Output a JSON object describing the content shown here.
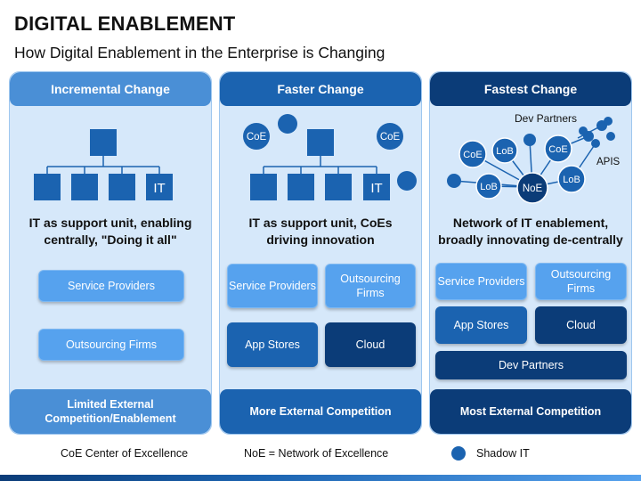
{
  "title": "DIGITAL ENABLEMENT",
  "subtitle": "How Digital Enablement in the Enterprise is Changing",
  "columns": [
    {
      "header": "Incremental Change",
      "it_label": "IT",
      "statement_line1": "IT as support unit, enabling",
      "statement_line2": "centrally, \"Doing it all\"",
      "boxes": [
        "Service Providers",
        "Outsourcing Firms"
      ],
      "footer_line1": "Limited External",
      "footer_line2": "Competition/Enablement"
    },
    {
      "header": "Faster Change",
      "coe_label": "CoE",
      "it_label": "IT",
      "statement_line1": "IT as support unit, CoEs",
      "statement_line2": "driving innovation",
      "boxes": [
        "Service Providers",
        "Outsourcing Firms",
        "App Stores",
        "Cloud"
      ],
      "footer": "More External Competition"
    },
    {
      "header": "Fastest Change",
      "dev_partners_label": "Dev Partners",
      "apis_label": "APIS",
      "coe_label": "CoE",
      "lob_label": "LoB",
      "noe_label": "NoE",
      "statement_line1": "Network of IT enablement,",
      "statement_line2": "broadly innovating de-centrally",
      "boxes": [
        "Service Providers",
        "Outsourcing Firms",
        "App Stores",
        "Cloud",
        "Dev Partners"
      ],
      "footer": "Most External Competition"
    }
  ],
  "legend": {
    "coe": "CoE Center of Excellence",
    "noe": "NoE = Network of Excellence",
    "shadow_it": "Shadow IT"
  },
  "colors": {
    "light_blue": "#4a8fd6",
    "mid_blue": "#1b63b0",
    "dark_blue": "#0b3c78",
    "panel_bg": "#d6e8fa"
  }
}
